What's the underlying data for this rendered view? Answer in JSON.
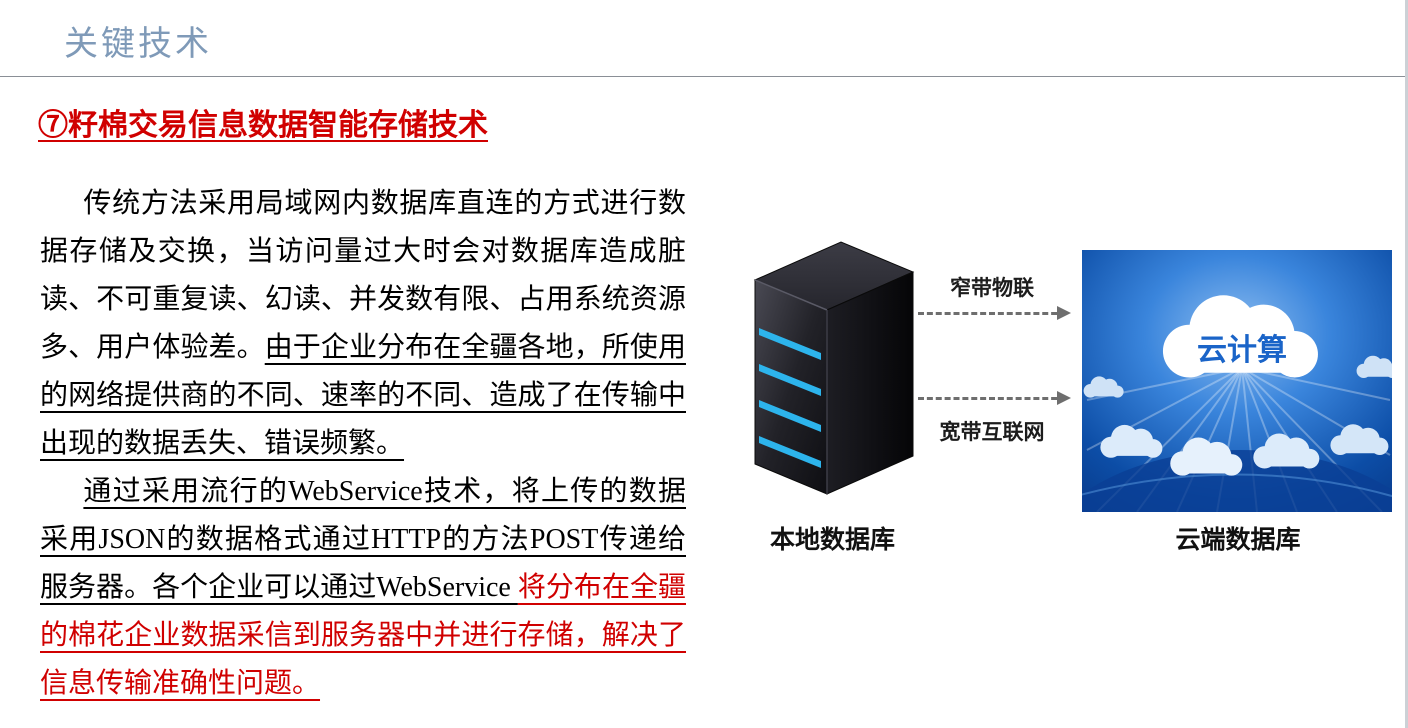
{
  "slide": {
    "title": "关键技术",
    "heading": "⑦籽棉交易信息数据智能存储技术"
  },
  "body": {
    "para1_normal": "传统方法采用局域网内数据库直连的方式进行数据存储及交换，当访问量过大时会对数据库造成脏读、不可重复读、幻读、并发数有限、占用系统资源多、用户体验差。",
    "para1_underline": "由于企业分布在全疆各地，所使用的网络提供商的不同、速率的不同、造成了在传输中出现的数据丢失、错误频繁。",
    "para2_black": "通过采用流行的WebService技术，将上传的数据采用JSON的数据格式通过HTTP的方法POST传递给服务器。各个企业可以通过WebService ",
    "para2_red": "将分布在全疆的棉花企业数据采信到服务器中并进行存储，解决了信息传输准确性问题。"
  },
  "diagram": {
    "local_db_label": "本地数据库",
    "cloud_db_label": "云端数据库",
    "narrowband_label": "窄带物联",
    "broadband_label": "宽带互联网",
    "cloud_text": "云计算"
  },
  "colors": {
    "heading_red": "#d00000",
    "title_blue": "#7f9ab8",
    "server_stripe_blue": "#2db4ec",
    "cloud_text_blue": "#1a64c8",
    "cloud_bg_blue": "#0c4da6"
  }
}
